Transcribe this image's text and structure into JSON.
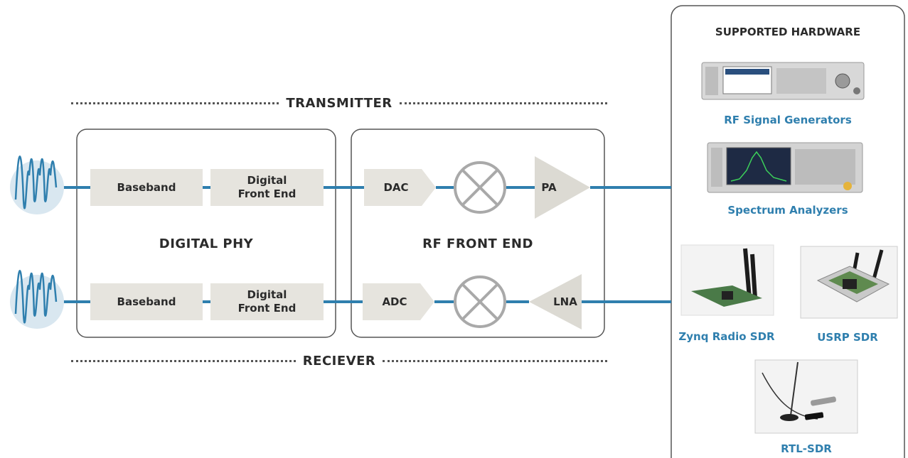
{
  "diagram": {
    "transmitter_label": "TRANSMITTER",
    "receiver_label": "RECIEVER",
    "digital_phy_label": "DIGITAL PHY",
    "rf_front_end_label": "RF FRONT END",
    "tx_chain": {
      "baseband": "Baseband",
      "dfe": "Digital\nFront End",
      "converter": "DAC",
      "amplifier": "PA"
    },
    "rx_chain": {
      "baseband": "Baseband",
      "dfe": "Digital\nFront End",
      "converter": "ADC",
      "amplifier": "LNA"
    }
  },
  "hardware": {
    "title": "SUPPORTED HARDWARE",
    "items": [
      {
        "label": "RF Signal Generators",
        "icon": "signal-generator-image"
      },
      {
        "label": "Spectrum Analyzers",
        "icon": "spectrum-analyzer-image"
      },
      {
        "label": "Zynq Radio SDR",
        "icon": "zynq-board-image"
      },
      {
        "label": "USRP SDR",
        "icon": "usrp-image"
      },
      {
        "label": "RTL-SDR",
        "icon": "rtl-sdr-image"
      }
    ]
  },
  "colors": {
    "line": "#2f7fae",
    "block_fill": "#e6e4de",
    "triangle_fill": "#dcdad3",
    "mixer_stroke": "#a9a9a9",
    "frame_stroke": "#555555",
    "hw_label": "#2f7fae"
  }
}
